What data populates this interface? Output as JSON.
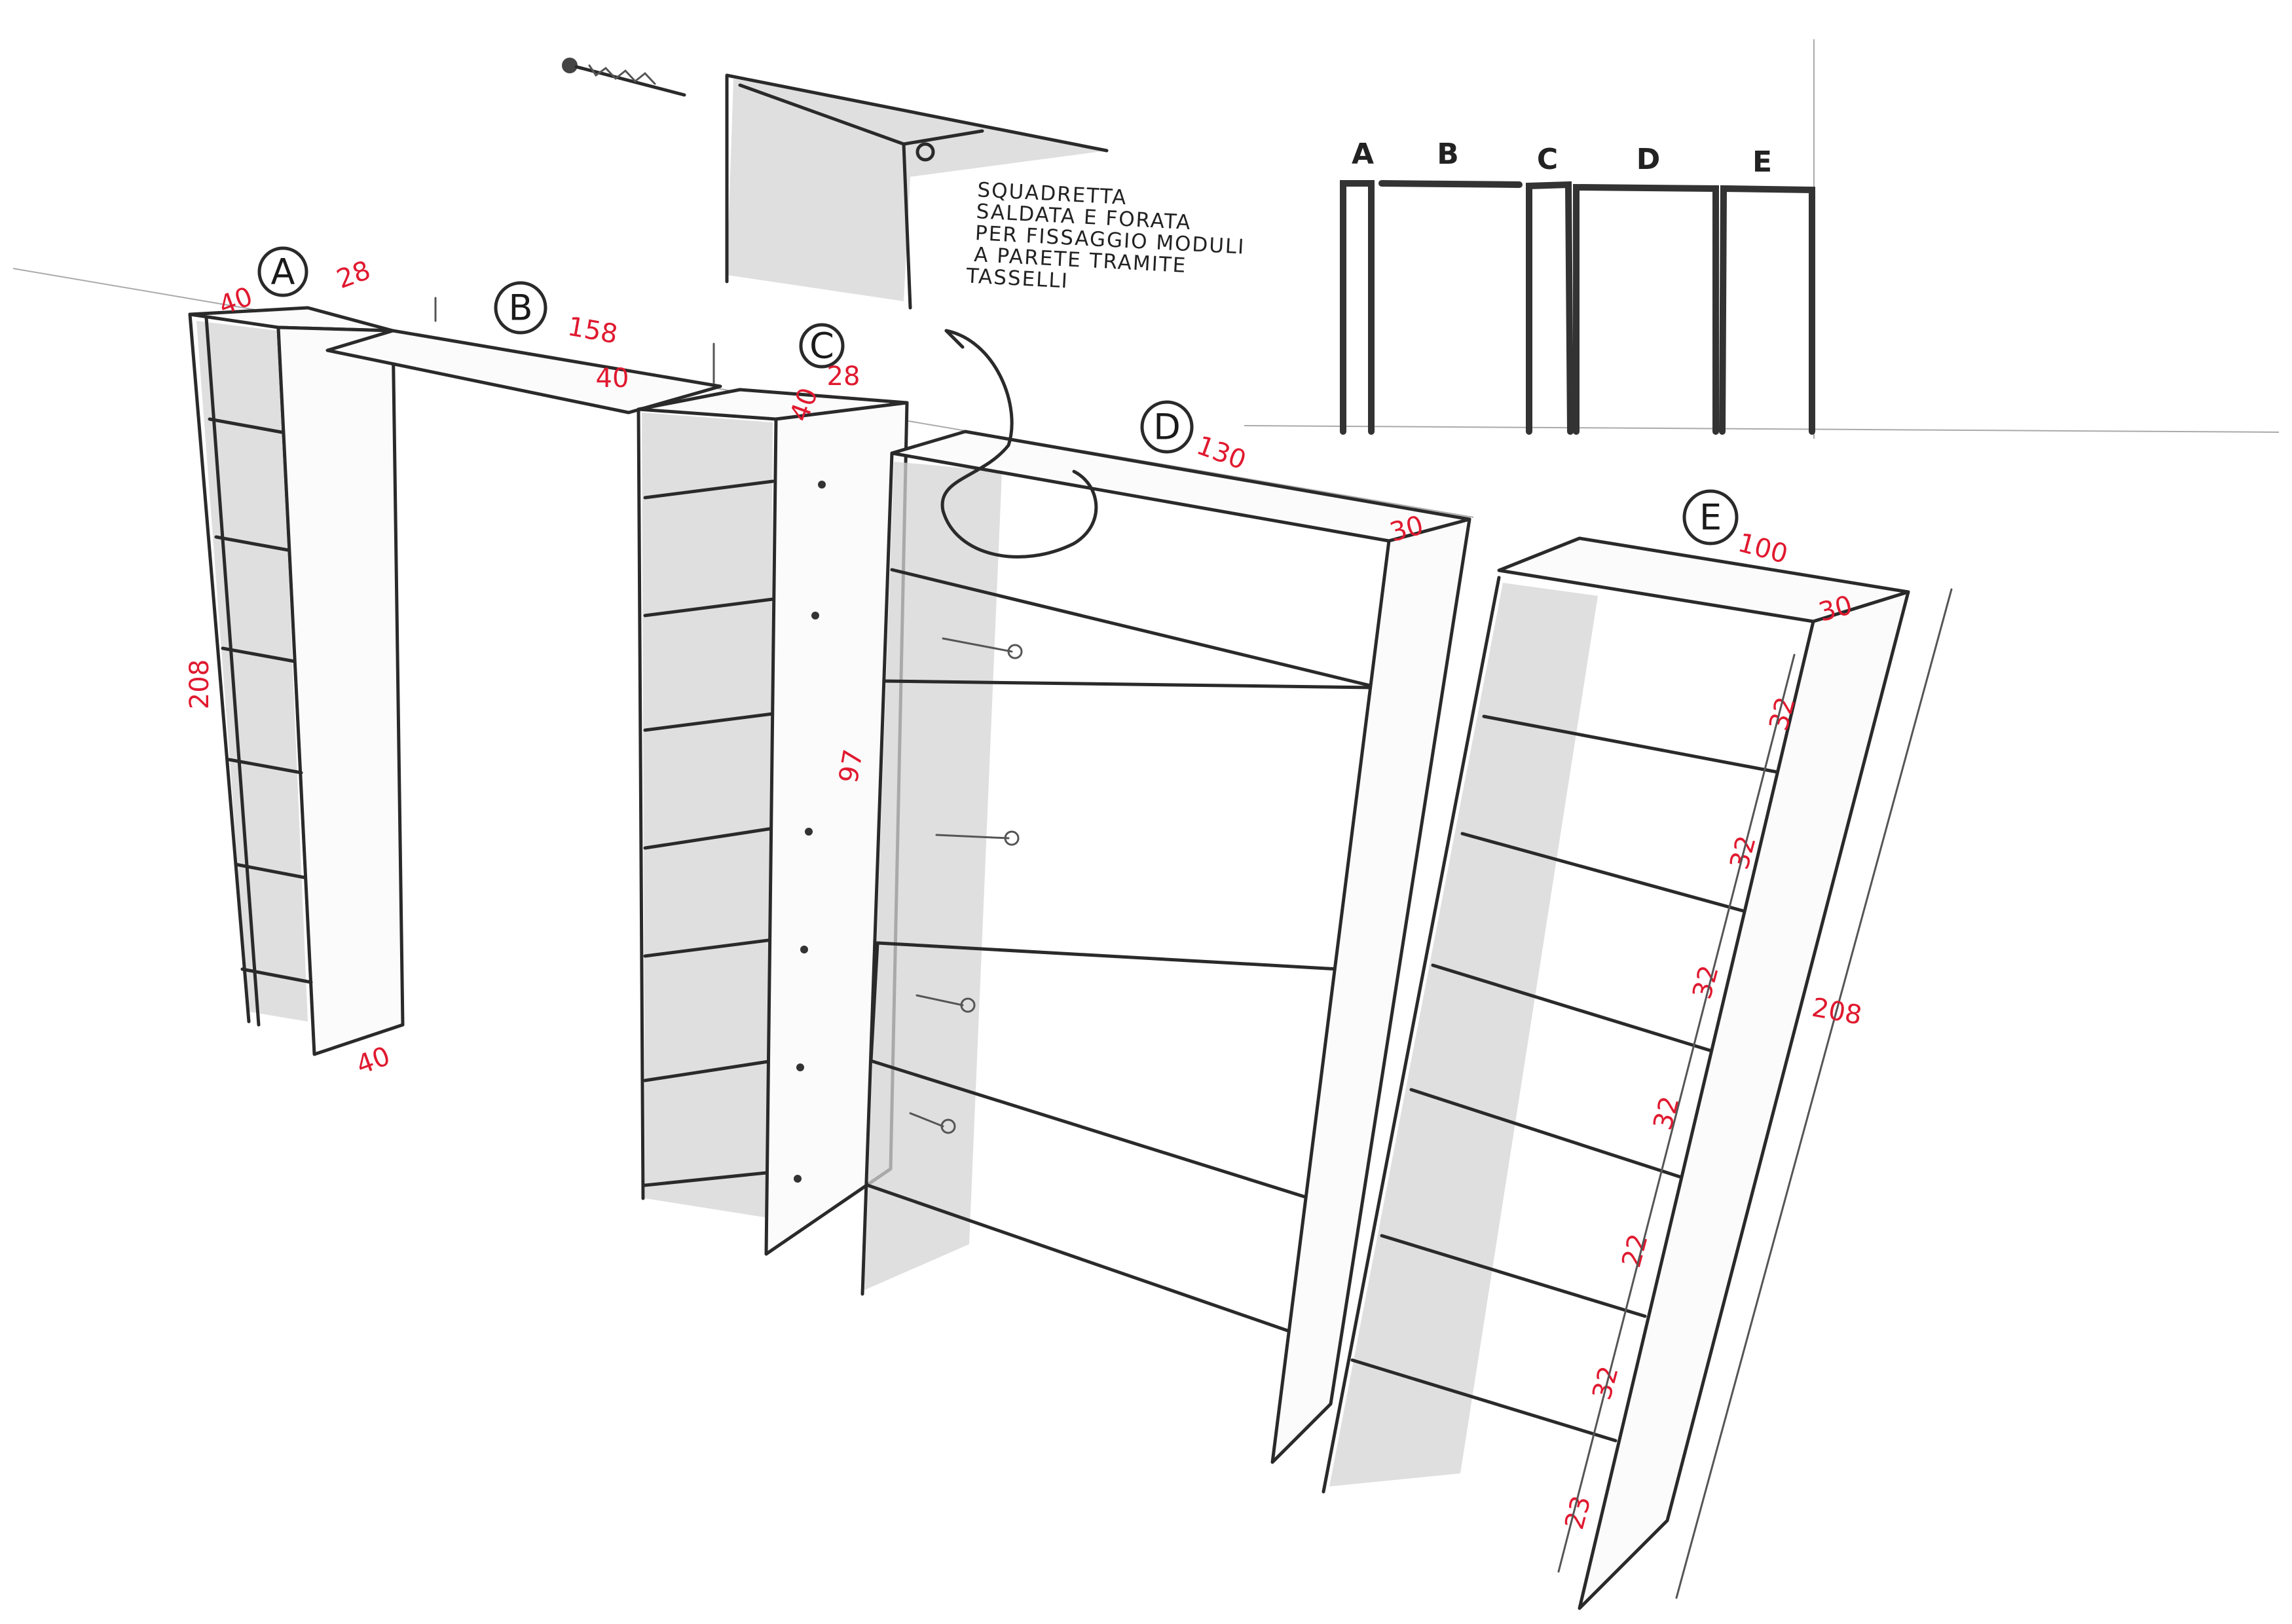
{
  "modules": [
    {
      "id": "A"
    },
    {
      "id": "B"
    },
    {
      "id": "C"
    },
    {
      "id": "D"
    },
    {
      "id": "E"
    }
  ],
  "dimensions": {
    "a_depth": "40",
    "a_width": "28",
    "a_height": "208",
    "a_bottom_depth": "40",
    "b_width": "158",
    "b_depth": "40",
    "c_depth": "40",
    "c_width": "28",
    "c_side_height": "97",
    "d_width": "130",
    "d_depth": "30",
    "e_width": "100",
    "e_depth": "30",
    "e_height": "208",
    "e_spacings": [
      "32",
      "32",
      "32",
      "32",
      "22",
      "32",
      "23"
    ]
  },
  "note": {
    "lines": [
      "SQUADRETTA",
      "SALDATA E FORATA",
      "PER FISSAGGIO MODULI",
      "A PARETE TRAMITE",
      "TASSELLI"
    ]
  },
  "plan_view": {
    "labels": [
      "A",
      "B",
      "C",
      "D",
      "E"
    ]
  },
  "colors": {
    "dimension": "#e0192f",
    "ink": "#2a2a2a"
  }
}
